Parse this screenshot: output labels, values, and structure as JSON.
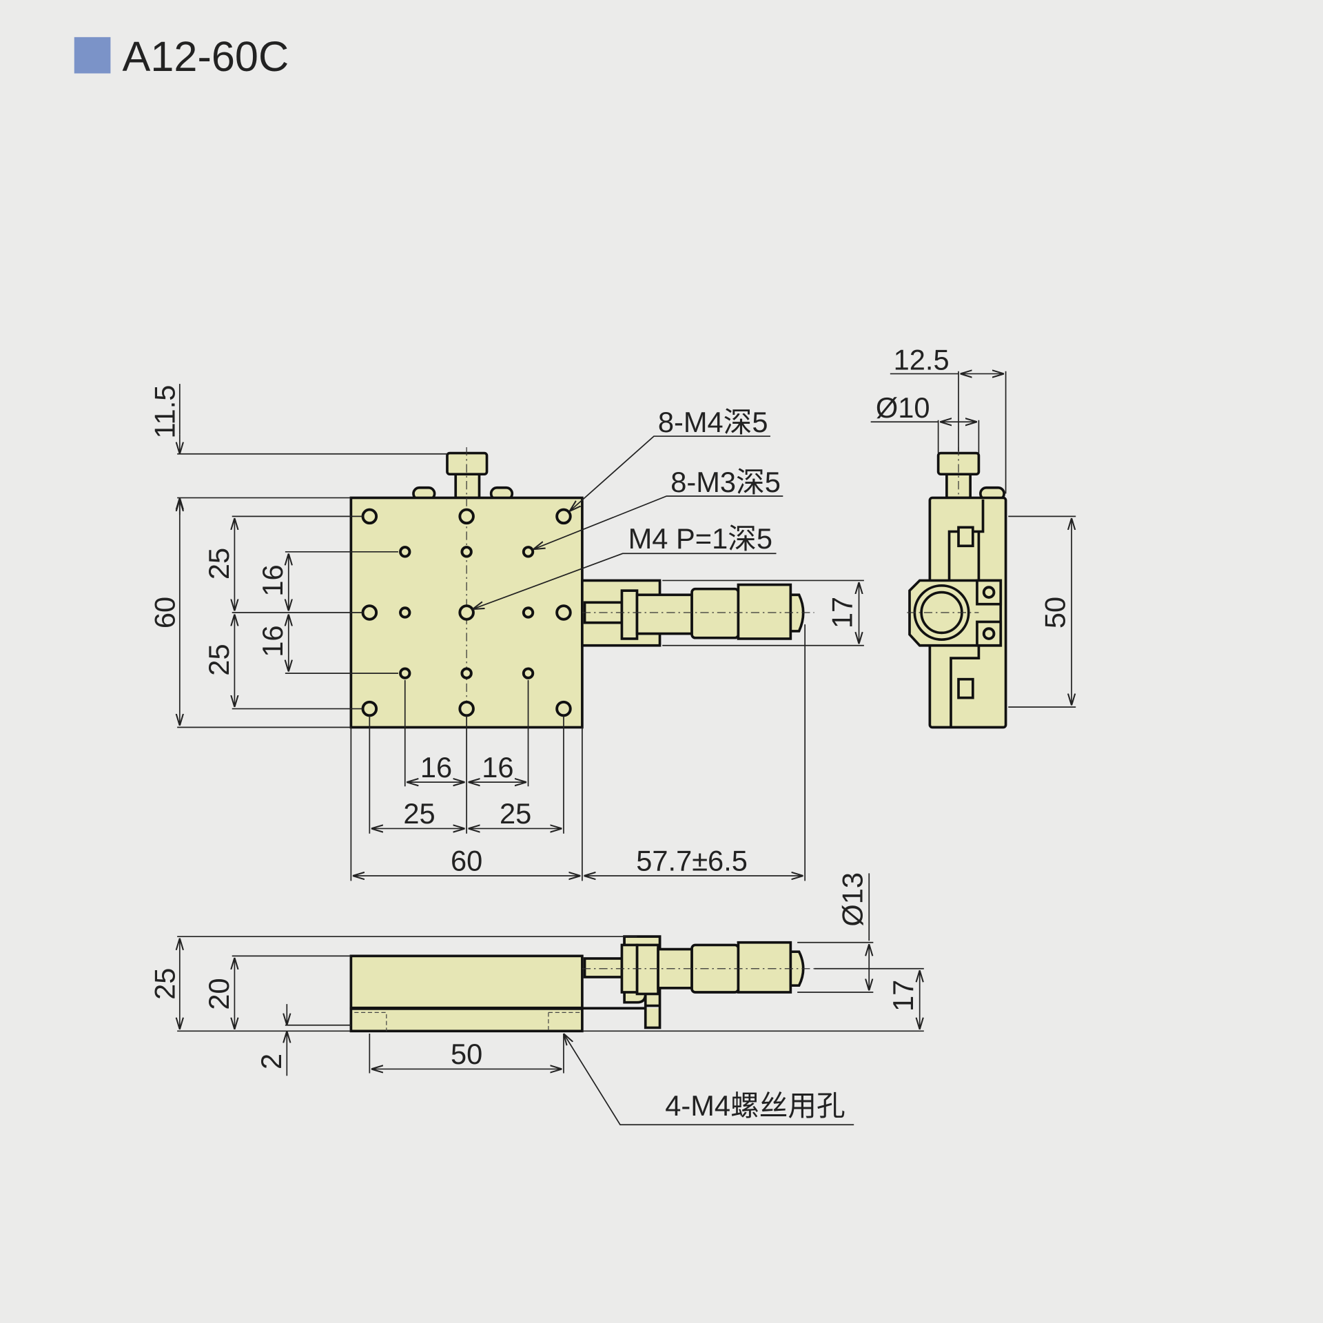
{
  "title": "A12-60C",
  "colors": {
    "title_marker": "#7b93c8",
    "part_fill": "#e6e6b5",
    "background": "#ebebea"
  },
  "dimensions": {
    "d11_5": "11.5",
    "d60_v": "60",
    "d25_a": "25",
    "d25_b": "25",
    "d16_a": "16",
    "d16_b": "16",
    "h16_a": "16",
    "h16_b": "16",
    "h25_a": "25",
    "h25_b": "25",
    "h60": "60",
    "travel": "57.7±6.5",
    "d17_front": "17",
    "d12_5": "12.5",
    "d_dia10": "Ø10",
    "d50_side": "50",
    "d25_bottom": "25",
    "d20": "20",
    "d2": "2",
    "d50_bottom": "50",
    "d_dia13": "Ø13",
    "d17_bottom": "17"
  },
  "callouts": {
    "m4_holes": "8-M4深5",
    "m3_holes": "8-M3深5",
    "center_hole": "M4 P=1深5",
    "mount_holes": "4-M4螺丝用孔"
  }
}
